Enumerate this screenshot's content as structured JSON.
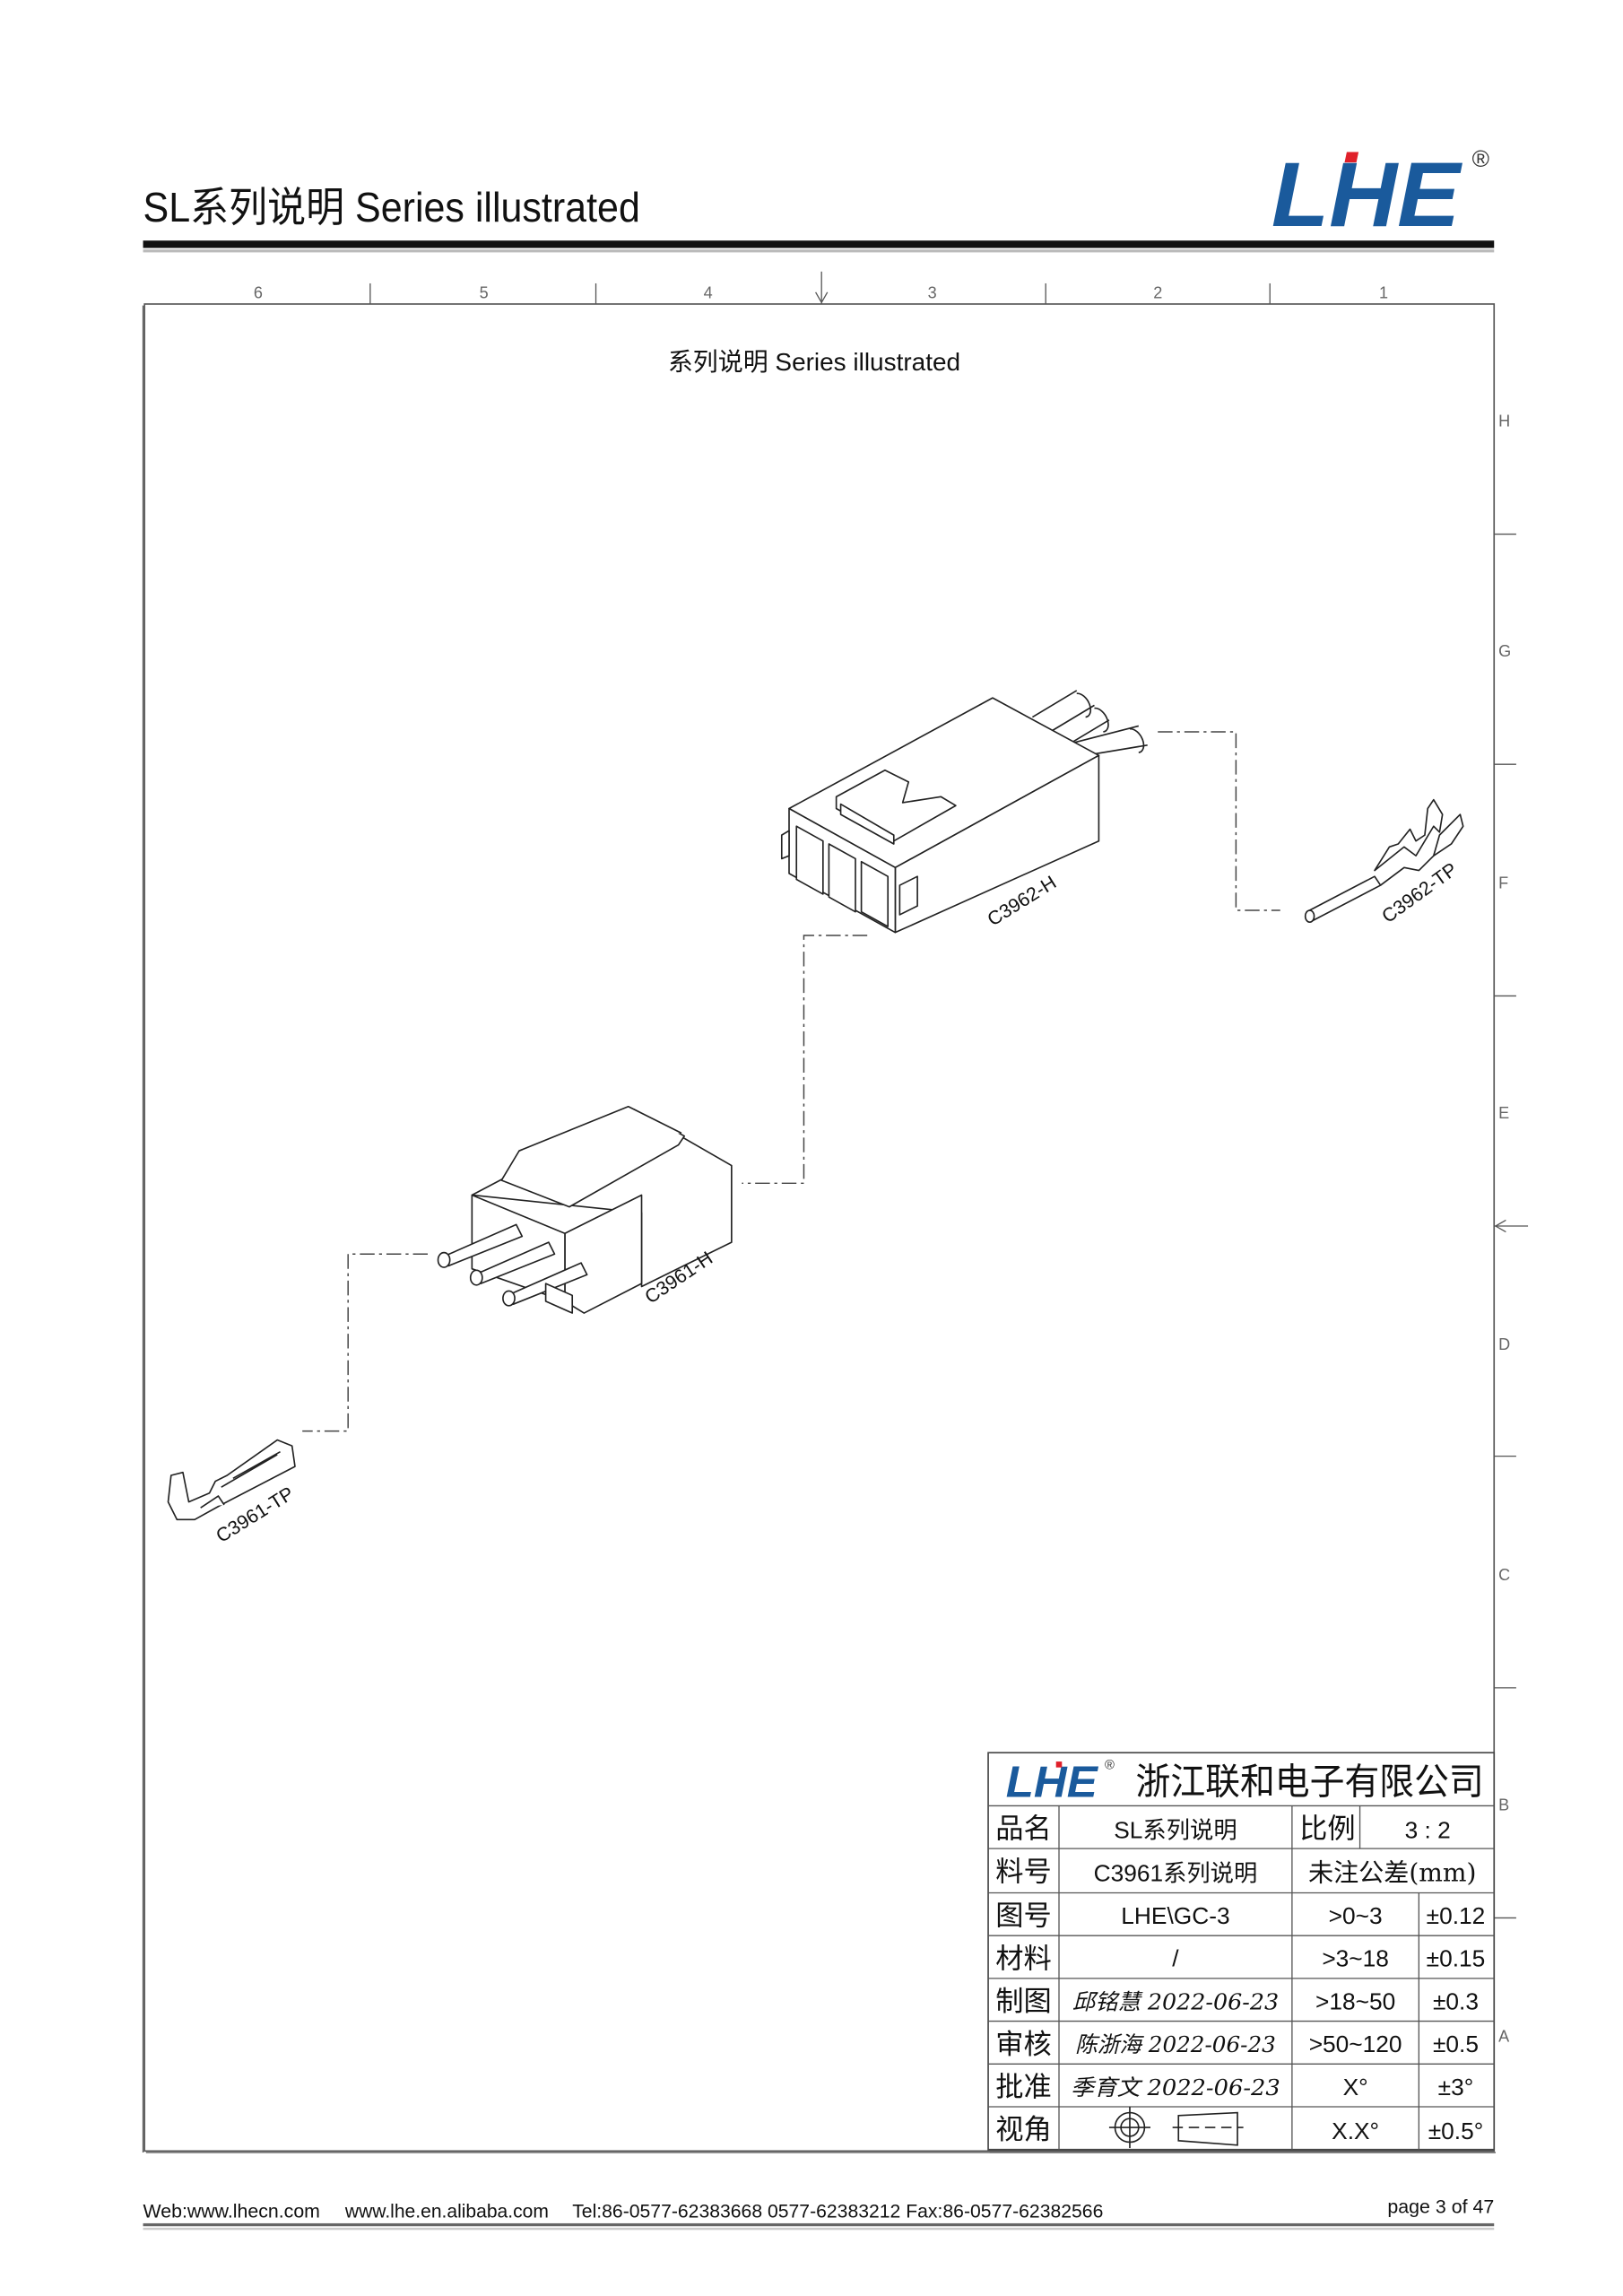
{
  "header": {
    "title": "SL系列说明 Series illustrated",
    "logo_text": "LHE",
    "registered_mark": "®",
    "logo_color": "#1a5a9c",
    "logo_accent": "#e0202a"
  },
  "frame": {
    "columns": [
      "6",
      "5",
      "4",
      "3",
      "2",
      "1"
    ],
    "rows": [
      "H",
      "G",
      "F",
      "E",
      "D",
      "C",
      "B",
      "A"
    ]
  },
  "drawing": {
    "title": "系列说明 Series illustrated",
    "parts": {
      "c3962_h": "C3962-H",
      "c3962_tp": "C3962-TP",
      "c3961_h": "C3961-H",
      "c3961_tp": "C3961-TP"
    }
  },
  "title_block": {
    "logo_text": "LHE",
    "registered_mark": "®",
    "company": "浙江联和电子有限公司",
    "rows": [
      {
        "label": "品名",
        "value": "SL系列说明",
        "c3": "比例",
        "c4": "3 : 2"
      },
      {
        "label": "料号",
        "value": "C3961系列说明",
        "c3": "未注公差(mm)"
      },
      {
        "label": "图号",
        "value": "LHE\\GC-3",
        "c3": ">0~3",
        "c4": "±0.12"
      },
      {
        "label": "材料",
        "value": "/",
        "c3": ">3~18",
        "c4": "±0.15"
      },
      {
        "label": "制图",
        "value": "邱铭慧 2022-06-23",
        "c3": ">18~50",
        "c4": "±0.3"
      },
      {
        "label": "审核",
        "value": "陈浙海 2022-06-23",
        "c3": ">50~120",
        "c4": "±0.5"
      },
      {
        "label": "批准",
        "value": "季育文 2022-06-23",
        "c3": "X°",
        "c4": "±3°"
      },
      {
        "label": "视角",
        "c3": "X.X°",
        "c4": "±0.5°"
      }
    ]
  },
  "footer": {
    "web": "Web:www.lhecn.com",
    "alibaba": "www.lhe.en.alibaba.com",
    "contact": "Tel:86-0577-62383668  0577-62383212  Fax:86-0577-62382566",
    "page": "page 3 of 47"
  }
}
